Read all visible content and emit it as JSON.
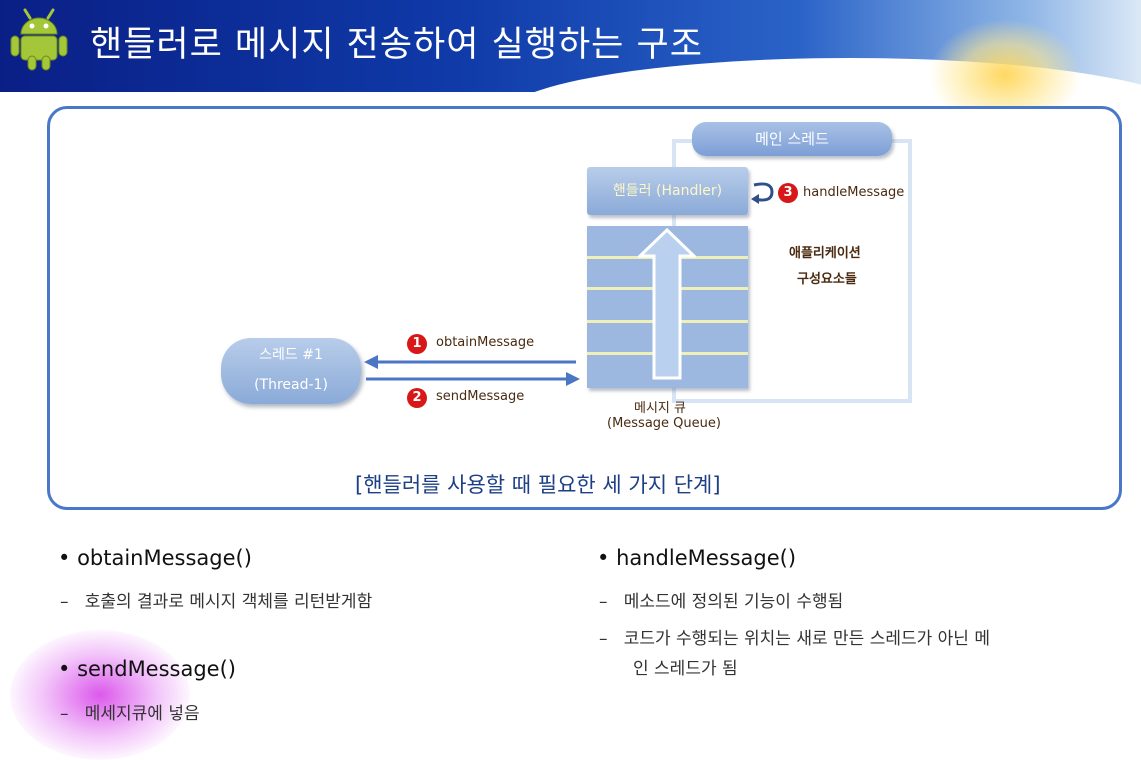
{
  "title": "핸들러로 메시지 전송하여 실행하는 구조",
  "diagram": {
    "main_thread_label": "메인 스레드",
    "handler_label": "핸들러 (Handler)",
    "step3_num": "3",
    "step3_label": "handleMessage",
    "app_components_line1": "애플리케이션",
    "app_components_line2": "구성요소들",
    "thread1_line1": "스레드 #1",
    "thread1_line2": "(Thread-1)",
    "step1_num": "1",
    "step1_label": "obtainMessage",
    "step2_num": "2",
    "step2_label": "sendMessage",
    "queue_line1": "메시지 큐",
    "queue_line2": "(Message Queue)",
    "caption": "[핸들러를 사용할 때 필요한 세 가지 단계]"
  },
  "left_list": [
    {
      "bullet": "obtainMessage()",
      "detail": "호출의 결과로 메시지 객체를 리턴받게함"
    },
    {
      "bullet": "sendMessage()",
      "detail": "메세지큐에 넣음"
    }
  ],
  "right_list": {
    "bullet": "handleMessage()",
    "detail1": "메소드에 정의된 기능이 수행됨",
    "detail2_line1": "코드가 수행되는 위치는 새로 만든 스레드가 아닌 메",
    "detail2_line2": "인 스레드가 됨"
  },
  "colors": {
    "header_blue": "#0f3aa8",
    "frame_blue": "#4a78c9",
    "arrow_blue": "#4a76c4",
    "step_red": "#d81818",
    "caption_blue": "#1d3f86"
  }
}
